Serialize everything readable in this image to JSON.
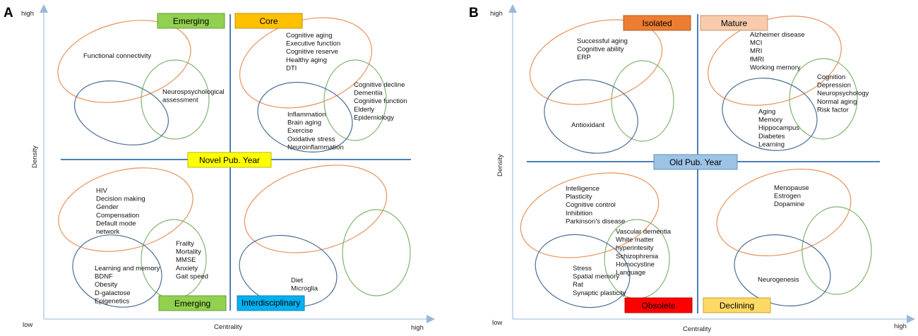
{
  "colors": {
    "axis": "#4a7ebb",
    "orange": "#e8915a",
    "green": "#7fb56d",
    "blue": "#4a6e96"
  },
  "panel_a": {
    "letter": "A",
    "axis_x": "Centrality",
    "axis_y": "Density",
    "high_y": "high",
    "low": "low",
    "high_x": "high",
    "labels": {
      "emerging_top": "Emerging",
      "core": "Core",
      "center": "Novel Pub. Year",
      "emerging_bottom": "Emerging",
      "interdisciplinary": "Interdisciplinary"
    },
    "q1_orange": [
      "Functional connectivity"
    ],
    "q1_green": [
      "Neurospsychological",
      "assessment"
    ],
    "q2_orange": [
      "Cognitive aging",
      "Executive function",
      "Cognitive reserve",
      "Healthy aging",
      "DTI"
    ],
    "q2_green": [
      "Cognitive decline",
      "Dementia",
      "Cognitive function",
      "Elderly",
      "Epidemiology"
    ],
    "q2_blue": [
      "Inflammation",
      "Brain aging",
      "Exercise",
      "Oxidative stress",
      "Neuroinflammation"
    ],
    "q3_orange": [
      "HIV",
      "Decision making",
      "Gender",
      "Compensation",
      "Default mode",
      "network"
    ],
    "q3_green": [
      "Frailty",
      "Mortality",
      "MMSE",
      "Anxiety",
      "Gait speed"
    ],
    "q3_blue": [
      "Learning and memory",
      "BDNF",
      "Obesity",
      "D-galactose",
      "Epigenetics"
    ],
    "q4_blue": [
      "Diet",
      "Microglia"
    ]
  },
  "panel_b": {
    "letter": "B",
    "axis_x": "Centrality",
    "axis_y": "Density",
    "high_y": "high",
    "low": "low",
    "high_x": "high",
    "labels": {
      "isolated": "Isolated",
      "mature": "Mature",
      "center": "Old Pub. Year",
      "obsolete": "Obsolete",
      "declining": "Declining"
    },
    "q1_orange": [
      "Successful aging",
      "Cognitive ability",
      "ERP"
    ],
    "q1_blue": [
      "Antioxidant"
    ],
    "q2_orange": [
      "Alzheimer disease",
      "MCI",
      "MRI",
      "fMRI",
      "Working memory"
    ],
    "q2_green": [
      "Cognition",
      "Depression",
      "Neuropsychology",
      "Normal aging",
      "Risk factor"
    ],
    "q2_blue": [
      "Aging",
      "Memory",
      "Hippocampus",
      "Diabetes",
      "Learning"
    ],
    "q3_orange": [
      "Intelligence",
      "Plasticity",
      "Cognitive control",
      "Inhibition",
      "Parkinson’s disease"
    ],
    "q3_green": [
      "Vascular dementia",
      "White matter",
      "hyperintesity",
      "Schizophrenia",
      "Homocystine",
      "Language"
    ],
    "q3_blue": [
      "Stress",
      "Spatial memory",
      "Rat",
      "Synaptic plasticity"
    ],
    "q4_orange": [
      "Menopause",
      "Estrogen",
      "Dopamine"
    ],
    "q4_blue": [
      "Neurogenesis"
    ]
  }
}
